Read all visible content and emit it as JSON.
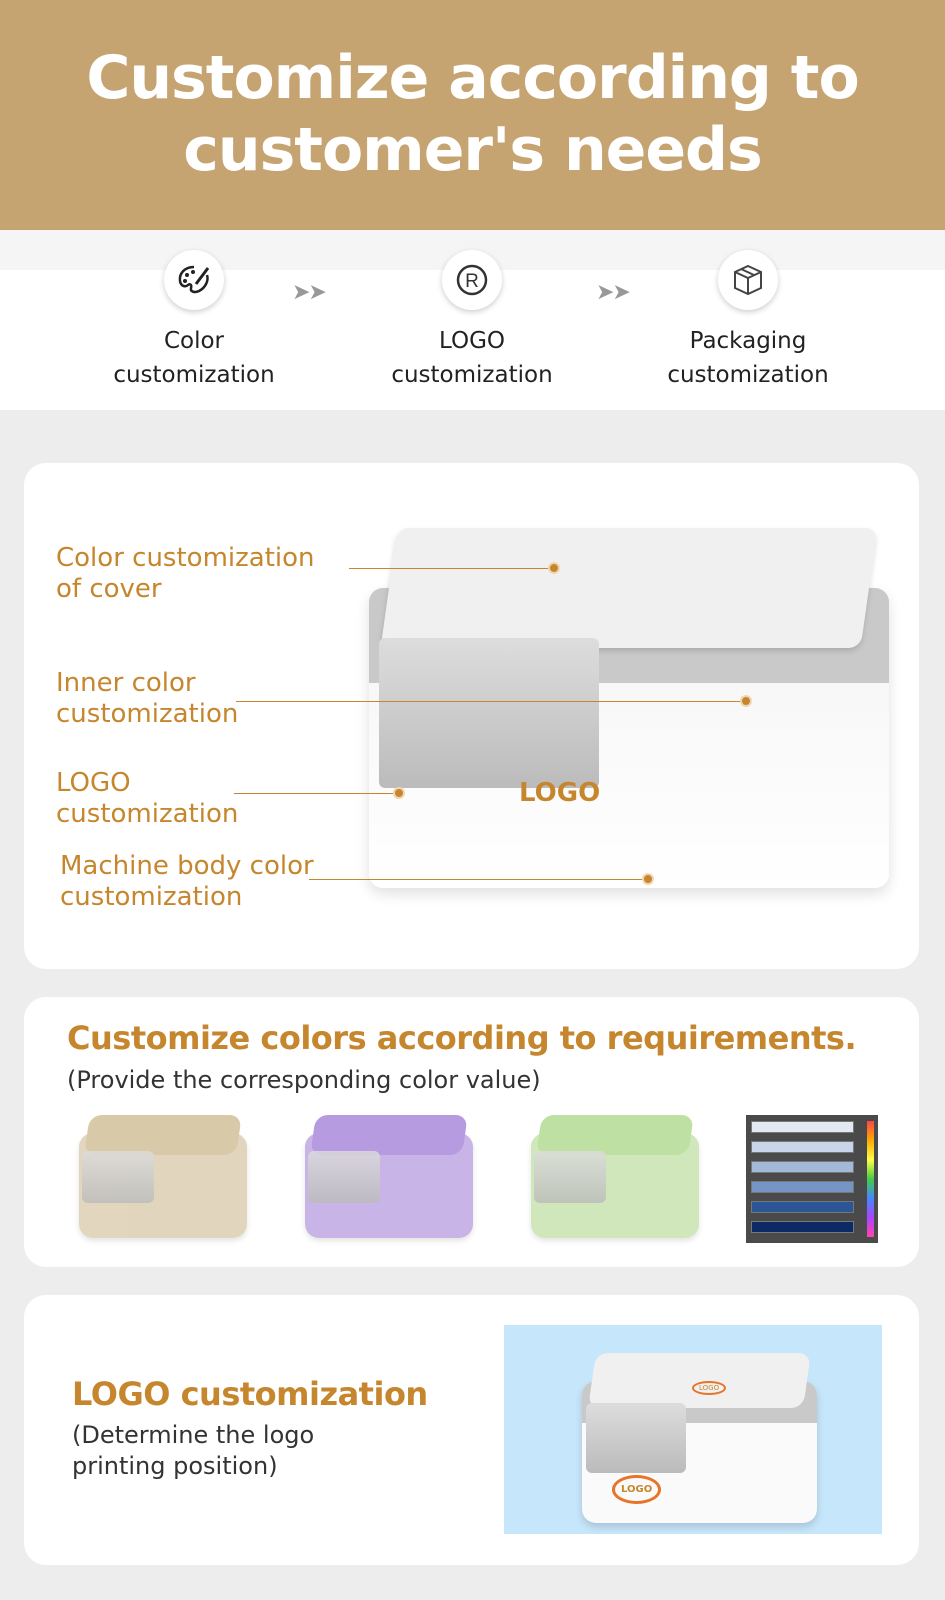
{
  "header": {
    "title_line1": "Customize according to",
    "title_line2": "customer's needs"
  },
  "steps": [
    {
      "icon": "palette-icon",
      "line1": "Color",
      "line2": "customization"
    },
    {
      "icon": "registered-icon",
      "line1": "LOGO",
      "line2": "customization"
    },
    {
      "icon": "box-icon",
      "line1": "Packaging",
      "line2": "customization"
    }
  ],
  "arrow": "➤➤",
  "diagram": {
    "labels": [
      {
        "l1": "Color customization",
        "l2": "of cover"
      },
      {
        "l1": "Inner color",
        "l2": "customization"
      },
      {
        "l1": "LOGO",
        "l2": "customization"
      },
      {
        "l1": "Machine body color",
        "l2": "customization"
      }
    ],
    "device_logo": "LOGO"
  },
  "colors": {
    "title": "Customize colors according to requirements.",
    "subtitle": "(Provide the corresponding color value)",
    "variants": [
      "#d8c9a8",
      "#b79be0",
      "#bfe0a3"
    ],
    "swatches": [
      "#e3e9f2",
      "#c9d5e8",
      "#a4b8d8",
      "#7595c4",
      "#2c5595",
      "#0b2a66"
    ]
  },
  "logo": {
    "title": "LOGO customization",
    "sub1": "(Determine the logo",
    "sub2": "printing position)",
    "device_logo": "LOGO",
    "bg": "#c6e6fb"
  }
}
